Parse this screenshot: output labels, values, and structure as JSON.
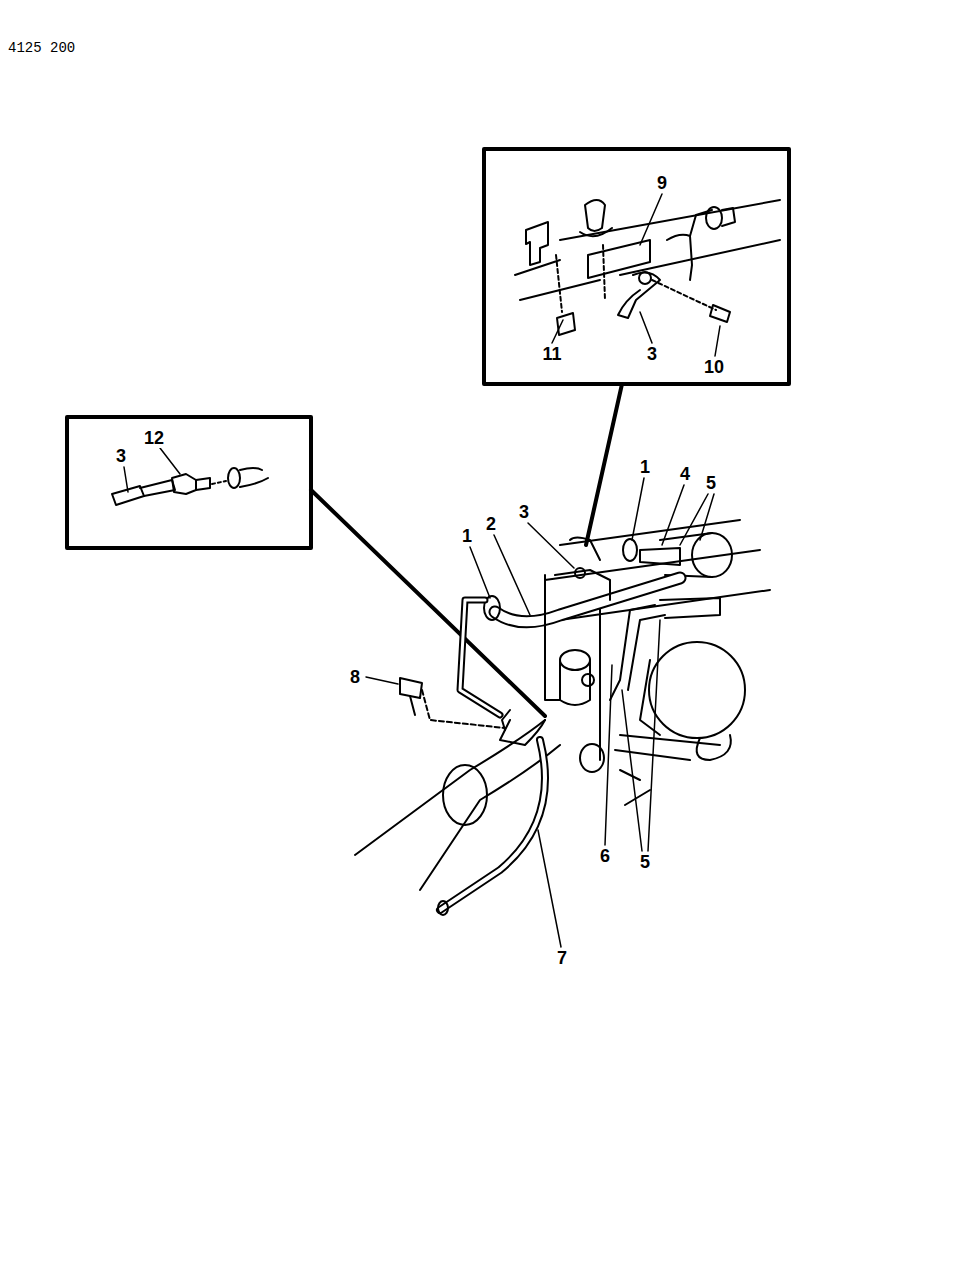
{
  "diagram": {
    "labels": [
      "4125 200",
      "9",
      "11",
      "3",
      "10",
      "12",
      "3",
      "1",
      "4",
      "5",
      "1",
      "2",
      "3",
      "8",
      "6",
      "5",
      "7"
    ]
  }
}
